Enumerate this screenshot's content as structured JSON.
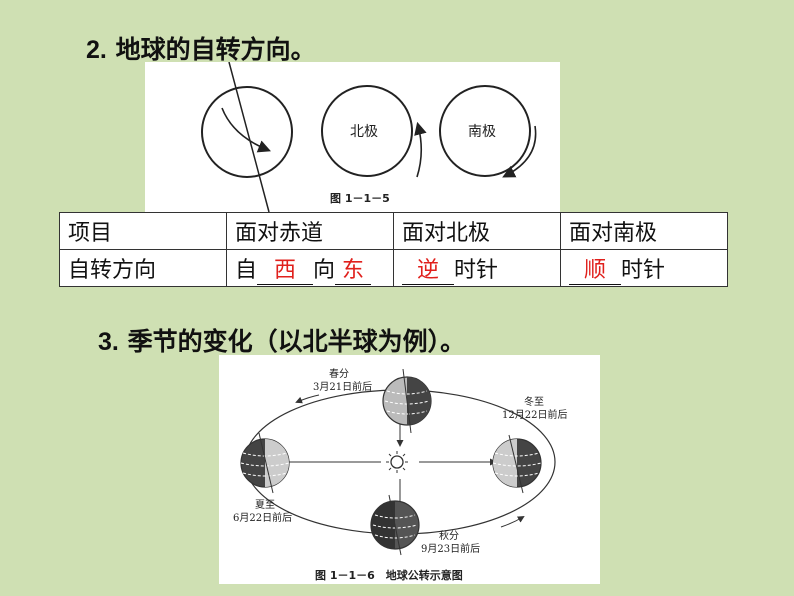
{
  "section2": {
    "number": "2.",
    "title": "地球的自转方向。"
  },
  "figure1": {
    "north_label": "北极",
    "south_label": "南极",
    "caption": "图 1－1－5"
  },
  "rotation_table": {
    "header": [
      "项目",
      "面对赤道",
      "面对北极",
      "面对南极"
    ],
    "row_label": "自转方向",
    "equator": {
      "prefix": "自",
      "answer1": "西",
      "mid": "向",
      "answer2": "东"
    },
    "north": {
      "answer": "逆",
      "suffix": "时针"
    },
    "south": {
      "answer": "顺",
      "suffix": "时针"
    }
  },
  "section3": {
    "number": "3.",
    "title": "季节的变化（以北半球为例）。"
  },
  "figure2": {
    "spring": {
      "name": "春分",
      "date": "3月21日前后"
    },
    "summer": {
      "name": "夏至",
      "date": "6月22日前后"
    },
    "autumn": {
      "name": "秋分",
      "date": "9月23日前后"
    },
    "winter": {
      "name": "冬至",
      "date": "12月22日前后"
    },
    "caption": "图 1－1－6　地球公转示意图"
  }
}
